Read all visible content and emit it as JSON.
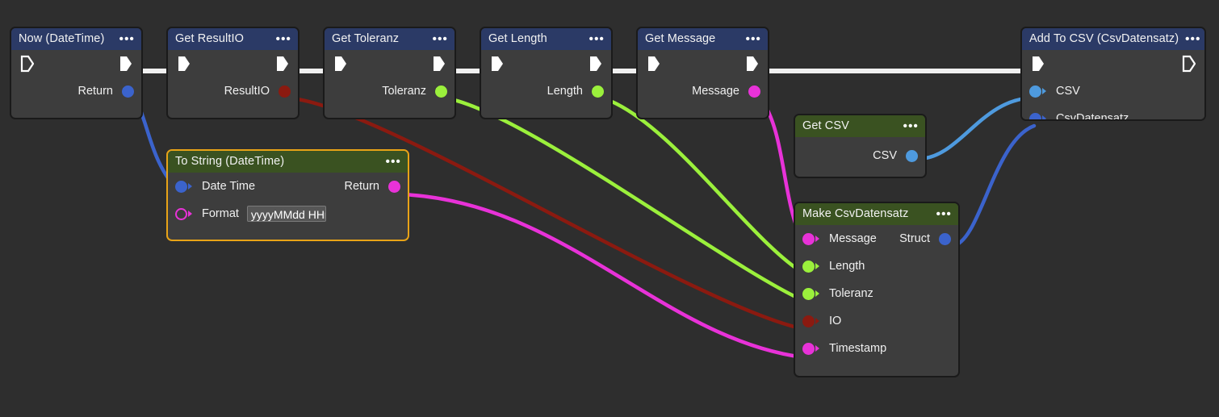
{
  "canvas": {
    "background": "#2e2e2e",
    "node_background": "#3d3d3d",
    "header_blue": "#2b3a66",
    "header_green": "#3a5221",
    "selection_color": "#e8a317"
  },
  "pin_colors": {
    "exec": "#ffffff",
    "datetime_blue": "#3b63cc",
    "struct_blue": "#3b63cc",
    "csv_lightblue": "#4e9ade",
    "bool_darkred": "#8b1a10",
    "number_green": "#9bf03c",
    "string_magenta": "#e832d8",
    "format_magenta_hollow": "#e832d8"
  },
  "nodes": [
    {
      "id": "now-datetime",
      "title": "Now (DateTime)",
      "header_style": "blue",
      "menu": "•••",
      "exec_in": true,
      "exec_in_filled": false,
      "exec_out": true,
      "exec_out_filled": true,
      "outputs": [
        {
          "label": "Return",
          "color": "datetime_blue"
        }
      ],
      "inputs": []
    },
    {
      "id": "get-resultio",
      "title": "Get ResultIO",
      "header_style": "blue",
      "menu": "•••",
      "exec_in": true,
      "exec_in_filled": true,
      "exec_out": true,
      "exec_out_filled": true,
      "outputs": [
        {
          "label": "ResultIO",
          "color": "bool_darkred"
        }
      ],
      "inputs": []
    },
    {
      "id": "get-toleranz",
      "title": "Get Toleranz",
      "header_style": "blue",
      "menu": "•••",
      "exec_in": true,
      "exec_in_filled": true,
      "exec_out": true,
      "exec_out_filled": true,
      "outputs": [
        {
          "label": "Toleranz",
          "color": "number_green"
        }
      ],
      "inputs": []
    },
    {
      "id": "get-length",
      "title": "Get Length",
      "header_style": "blue",
      "menu": "•••",
      "exec_in": true,
      "exec_in_filled": true,
      "exec_out": true,
      "exec_out_filled": true,
      "outputs": [
        {
          "label": "Length",
          "color": "number_green"
        }
      ],
      "inputs": []
    },
    {
      "id": "get-message",
      "title": "Get Message",
      "header_style": "blue",
      "menu": "•••",
      "exec_in": true,
      "exec_in_filled": true,
      "exec_out": true,
      "exec_out_filled": true,
      "outputs": [
        {
          "label": "Message",
          "color": "string_magenta"
        }
      ],
      "inputs": []
    },
    {
      "id": "add-to-csv",
      "title": "Add To CSV (CsvDatensatz)",
      "header_style": "blue",
      "menu": "•••",
      "exec_in": true,
      "exec_in_filled": true,
      "exec_out": true,
      "exec_out_filled": false,
      "inputs": [
        {
          "label": "CSV",
          "color": "csv_lightblue"
        },
        {
          "label": "CsvDatensatz",
          "color": "struct_blue"
        }
      ],
      "outputs": []
    },
    {
      "id": "to-string-datetime",
      "title": "To String (DateTime)",
      "header_style": "green",
      "menu": "•••",
      "selected": true,
      "inputs": [
        {
          "label": "Date Time",
          "color": "datetime_blue"
        },
        {
          "label": "Format",
          "color": "format_magenta_hollow",
          "hollow": true,
          "field_value": "yyyyMMdd HHr"
        }
      ],
      "outputs": [
        {
          "label": "Return",
          "color": "string_magenta"
        }
      ]
    },
    {
      "id": "get-csv",
      "title": "Get CSV",
      "header_style": "green",
      "menu": "•••",
      "inputs": [],
      "outputs": [
        {
          "label": "CSV",
          "color": "csv_lightblue"
        }
      ]
    },
    {
      "id": "make-csvdatensatz",
      "title": "Make CsvDatensatz",
      "header_style": "green",
      "menu": "•••",
      "inputs": [
        {
          "label": "Message",
          "color": "string_magenta"
        },
        {
          "label": "Length",
          "color": "number_green"
        },
        {
          "label": "Toleranz",
          "color": "number_green"
        },
        {
          "label": "IO",
          "color": "bool_darkred"
        },
        {
          "label": "Timestamp",
          "color": "string_magenta"
        }
      ],
      "outputs": [
        {
          "label": "Struct",
          "color": "struct_blue"
        }
      ]
    }
  ],
  "wires": [
    {
      "from": "now-datetime.exec_out",
      "to": "get-resultio.exec_in",
      "color": "#ffffff",
      "kind": "exec"
    },
    {
      "from": "get-resultio.exec_out",
      "to": "get-toleranz.exec_in",
      "color": "#ffffff",
      "kind": "exec"
    },
    {
      "from": "get-toleranz.exec_out",
      "to": "get-length.exec_in",
      "color": "#ffffff",
      "kind": "exec"
    },
    {
      "from": "get-length.exec_out",
      "to": "get-message.exec_in",
      "color": "#ffffff",
      "kind": "exec"
    },
    {
      "from": "get-message.exec_out",
      "to": "add-to-csv.exec_in",
      "color": "#ffffff",
      "kind": "exec"
    },
    {
      "from": "now-datetime.Return",
      "to": "to-string-datetime.Date Time",
      "color": "#3b63cc",
      "kind": "data"
    },
    {
      "from": "to-string-datetime.Return",
      "to": "make-csvdatensatz.Timestamp",
      "color": "#e832d8",
      "kind": "data"
    },
    {
      "from": "get-resultio.ResultIO",
      "to": "make-csvdatensatz.IO",
      "color": "#8b1a10",
      "kind": "data"
    },
    {
      "from": "get-toleranz.Toleranz",
      "to": "make-csvdatensatz.Toleranz",
      "color": "#9bf03c",
      "kind": "data"
    },
    {
      "from": "get-length.Length",
      "to": "make-csvdatensatz.Length",
      "color": "#9bf03c",
      "kind": "data"
    },
    {
      "from": "get-message.Message",
      "to": "make-csvdatensatz.Message",
      "color": "#e832d8",
      "kind": "data"
    },
    {
      "from": "get-csv.CSV",
      "to": "add-to-csv.CSV",
      "color": "#4e9ade",
      "kind": "data"
    },
    {
      "from": "make-csvdatensatz.Struct",
      "to": "add-to-csv.CsvDatensatz",
      "color": "#3b63cc",
      "kind": "data"
    }
  ]
}
